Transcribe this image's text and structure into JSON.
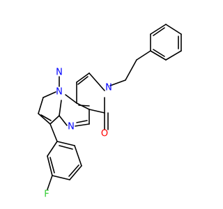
{
  "colors": {
    "background": "#ffffff",
    "bond": "#000000",
    "nitrogen": "#0000ff",
    "oxygen": "#ff0000",
    "fluorine": "#32cd32"
  },
  "labels": {
    "n_top": "N",
    "n_bridge": "N",
    "n_pyrimidine": "N",
    "n_pyridone": "N",
    "o_carbonyl": "O",
    "f_substituent": "F"
  }
}
